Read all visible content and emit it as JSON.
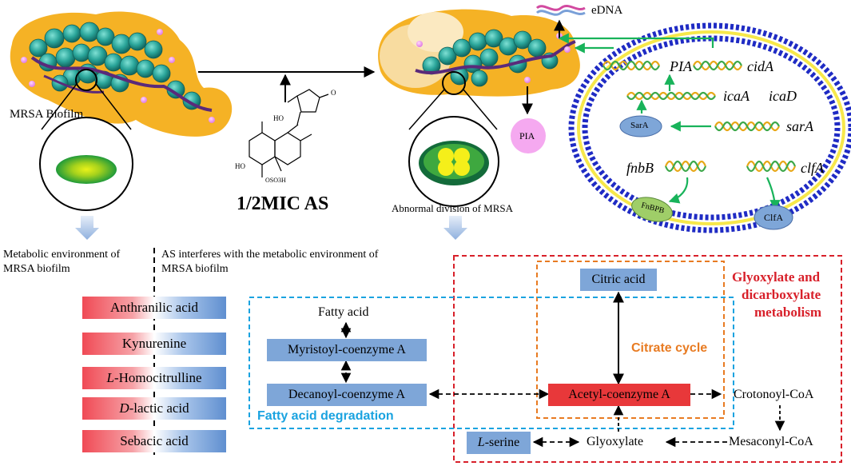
{
  "colors": {
    "biofilm_orange": "#f5b225",
    "bacteria_teal": "#2aa59a",
    "matrix_purple": "#5a2a7a",
    "membrane_blue": "#1f2bc4",
    "membrane_yellow": "#f7e84a",
    "arrow_green": "#18b35a",
    "cyan_dash": "#1aa3e0",
    "red_dash": "#d8202a",
    "orange_dash": "#e87b22",
    "box_blue": "#7ea6d8",
    "box_red": "#e8383a"
  },
  "top": {
    "mrsa_biofilm_label": "MRSA Biofilm",
    "treatment_label": "1/2MIC AS",
    "abnormal_label": "Abnormal division of MRSA",
    "edna_label": "eDNA",
    "pia_bubble": "PIA",
    "molecule": {
      "ho_top": "HO",
      "o_right": "O",
      "ho_bottom": "HO",
      "oso3h": "OSO3H"
    }
  },
  "genes": {
    "pia": "PIA",
    "cida": "cidA",
    "icaa": "icaA",
    "icad": "icaD",
    "sara_gene": "sarA",
    "sara_protein": "SarA",
    "fnbb": "fnbB",
    "clfa_gene": "clfA",
    "fnbpb_protein": "FnBPB",
    "clfa_protein": "ClfA"
  },
  "left_panel": {
    "heading_left": "Metabolic environment of MRSA biofilm",
    "heading_left_line1": "Metabolic environment of",
    "heading_left_line2": "MRSA biofilm",
    "heading_right_line1": "AS interferes with the metabolic environment of",
    "heading_right_line2": "MRSA biofilm",
    "metabolites": [
      {
        "pre": "",
        "ital": "",
        "post": "Anthranilic acid"
      },
      {
        "pre": "",
        "ital": "",
        "post": "Kynurenine"
      },
      {
        "pre": "",
        "ital": "L",
        "post": "-Homocitrulline"
      },
      {
        "pre": "",
        "ital": "D",
        "post": "-lactic acid"
      },
      {
        "pre": "",
        "ital": "",
        "post": "Sebacic acid"
      }
    ]
  },
  "pathway": {
    "fatty_acid": "Fatty acid",
    "myristoyl": "Myristoyl-coenzyme A",
    "decanoyl": "Decanoyl-coenzyme A",
    "citric_acid": "Citric acid",
    "acetyl": "Acetyl-coenzyme A",
    "crotonoyl": "Crotonoyl-CoA",
    "mesaconyl": "Mesaconyl-CoA",
    "glyoxylate": "Glyoxylate",
    "serine_ital": "L",
    "serine_rest": "-serine",
    "fatty_degradation_label": "Fatty acid degradation",
    "citrate_cycle_label": "Citrate cycle",
    "glyoxylate_label_1": "Glyoxylate and",
    "glyoxylate_label_2": "dicarboxylate",
    "glyoxylate_label_3": "metabolism"
  }
}
